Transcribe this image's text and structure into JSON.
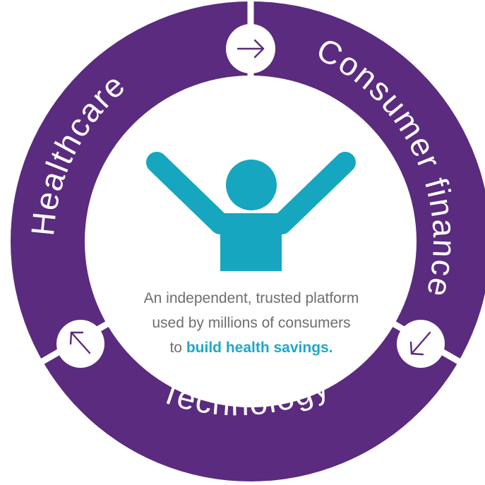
{
  "colors": {
    "ring": "#5a2b7e",
    "figure": "#16a6c0",
    "body_text": "#6d6e71",
    "highlight": "#1fa8c4",
    "background": "#ffffff"
  },
  "segments": [
    {
      "label": "Healthcare"
    },
    {
      "label": "Consumer finance"
    },
    {
      "label": "Technology"
    }
  ],
  "arrows": [
    {
      "icon": "arrow-right-icon"
    },
    {
      "icon": "arrow-down-left-icon"
    },
    {
      "icon": "arrow-up-left-icon"
    }
  ],
  "center": {
    "figure_icon": "person-arms-raised-icon",
    "line1": "An independent, trusted platform",
    "line2": "used by millions of consumers",
    "line3_prefix": "to ",
    "line3_highlight": "build health savings."
  }
}
